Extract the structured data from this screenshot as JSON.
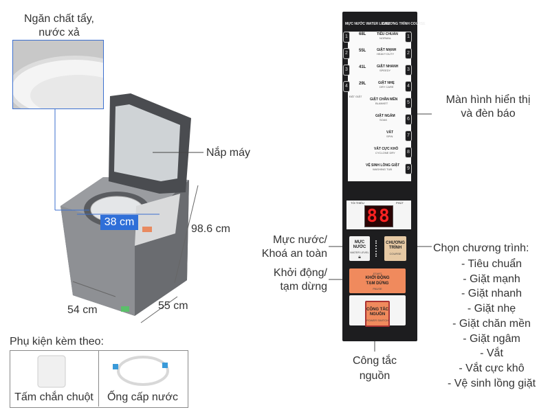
{
  "labels": {
    "detergent_tray": [
      "Ngăn chất tẩy,",
      "nước xả"
    ],
    "lid": "Nắp máy",
    "display": [
      "Màn hình hiển thị",
      "và đèn báo"
    ],
    "water_lock": [
      "Mực nước/",
      "Khoá an toàn"
    ],
    "start_pause": [
      "Khởi động/",
      "tạm dừng"
    ],
    "power_switch": [
      "Công tắc",
      "nguồn"
    ],
    "program_title": "Chọn chương trình:",
    "programs": [
      "- Tiêu chuẩn",
      "- Giặt mạnh",
      "- Giặt nhanh",
      "- Giặt nhẹ",
      "- Giặt chăn mền",
      "- Giặt ngâm",
      "- Vắt",
      "- Vắt cực khô",
      "- Vệ sinh lồng giặt"
    ]
  },
  "dimensions": {
    "inner": "38 cm",
    "height": "98.6 cm",
    "width": "54 cm",
    "depth": "55 cm"
  },
  "accessories": {
    "title": "Phụ kiện kèm theo:",
    "items": [
      "Tấm chắn chuột",
      "Ống cấp nước"
    ]
  },
  "panel": {
    "water_header": "MỰC NƯỚC WATER LEVEL",
    "program_header": "CHƯƠNG TRÌNH COURSE",
    "water_levels": [
      "68L",
      "55L",
      "41L",
      "29L"
    ],
    "water_numbers": [
      "1",
      "2",
      "3",
      "4"
    ],
    "program_numbers": [
      "1",
      "2",
      "3",
      "4",
      "5",
      "6",
      "7",
      "8",
      "9"
    ],
    "program_names": [
      "TIÊU CHUẨN",
      "GIẶT MẠNH",
      "GIẶT NHANH",
      "GIẶT NHẸ",
      "GIẶT CHĂN MỀN",
      "GIẶT NGÂM",
      "VẮT",
      "VẮT CỰC KHÔ",
      "VỆ SINH LỒNG GIẶT"
    ],
    "program_sub": [
      "NORMAL",
      "HEAVY DUTY",
      "SPEEDY",
      "DRY CARE",
      "BLANKET",
      "SOAK",
      "SPIN",
      "CYCLONE DRY",
      "WASHING TUB"
    ],
    "soak_note": "ĐẶT GIẶT",
    "remain_label": "TỔI THIỂU",
    "remain_unit": "PHÚT",
    "digits": "88",
    "btn_water": [
      "MỰC",
      "NƯỚC"
    ],
    "btn_water_sub": "WATER LEVEL",
    "btn_course": [
      "CHƯƠNG",
      "TRÌNH"
    ],
    "btn_course_sub": "COURSE",
    "btn_start_top": "START",
    "btn_start": [
      "KHỞI ĐỘNG",
      "TẠM DỪNG"
    ],
    "btn_start_sub": "PAUSE",
    "btn_power": [
      "CÔNG TẮC",
      "NGUỒN"
    ],
    "btn_power_sub": "POWER SWITCH"
  }
}
